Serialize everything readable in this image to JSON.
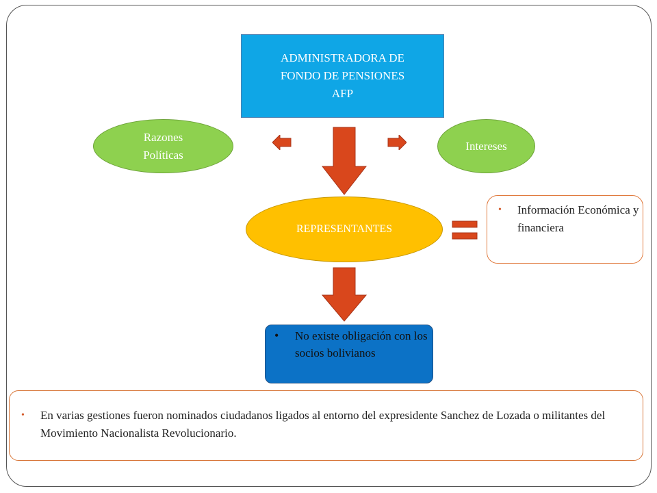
{
  "diagram": {
    "afp_box": {
      "label": "ADMINISTRADORA DE\nFONDO DE PENSIONES\nAFP"
    },
    "left_ellipse": {
      "label": "Razones\nPolíticas"
    },
    "right_ellipse": {
      "label": "Intereses"
    },
    "center_ellipse": {
      "label": "REPRESENTANTES"
    },
    "info_box": {
      "bullet": "Información Económica y financiera"
    },
    "result_box": {
      "bullet": "No existe obligación con los socios bolivianos"
    },
    "note_box": {
      "bullet": "En varias gestiones fueron nominados ciudadanos ligados al entorno del expresidente Sanchez de Lozada  o militantes del Movimiento Nacionalista Revolucionario."
    }
  },
  "colors": {
    "afp_fill": "#0fa6e6",
    "green_fill": "#8ed14f",
    "orange_fill": "#ffc000",
    "arrow_fill": "#d9471c",
    "blue_box_fill": "#0c72c6",
    "border_accent": "#e07a3e"
  }
}
